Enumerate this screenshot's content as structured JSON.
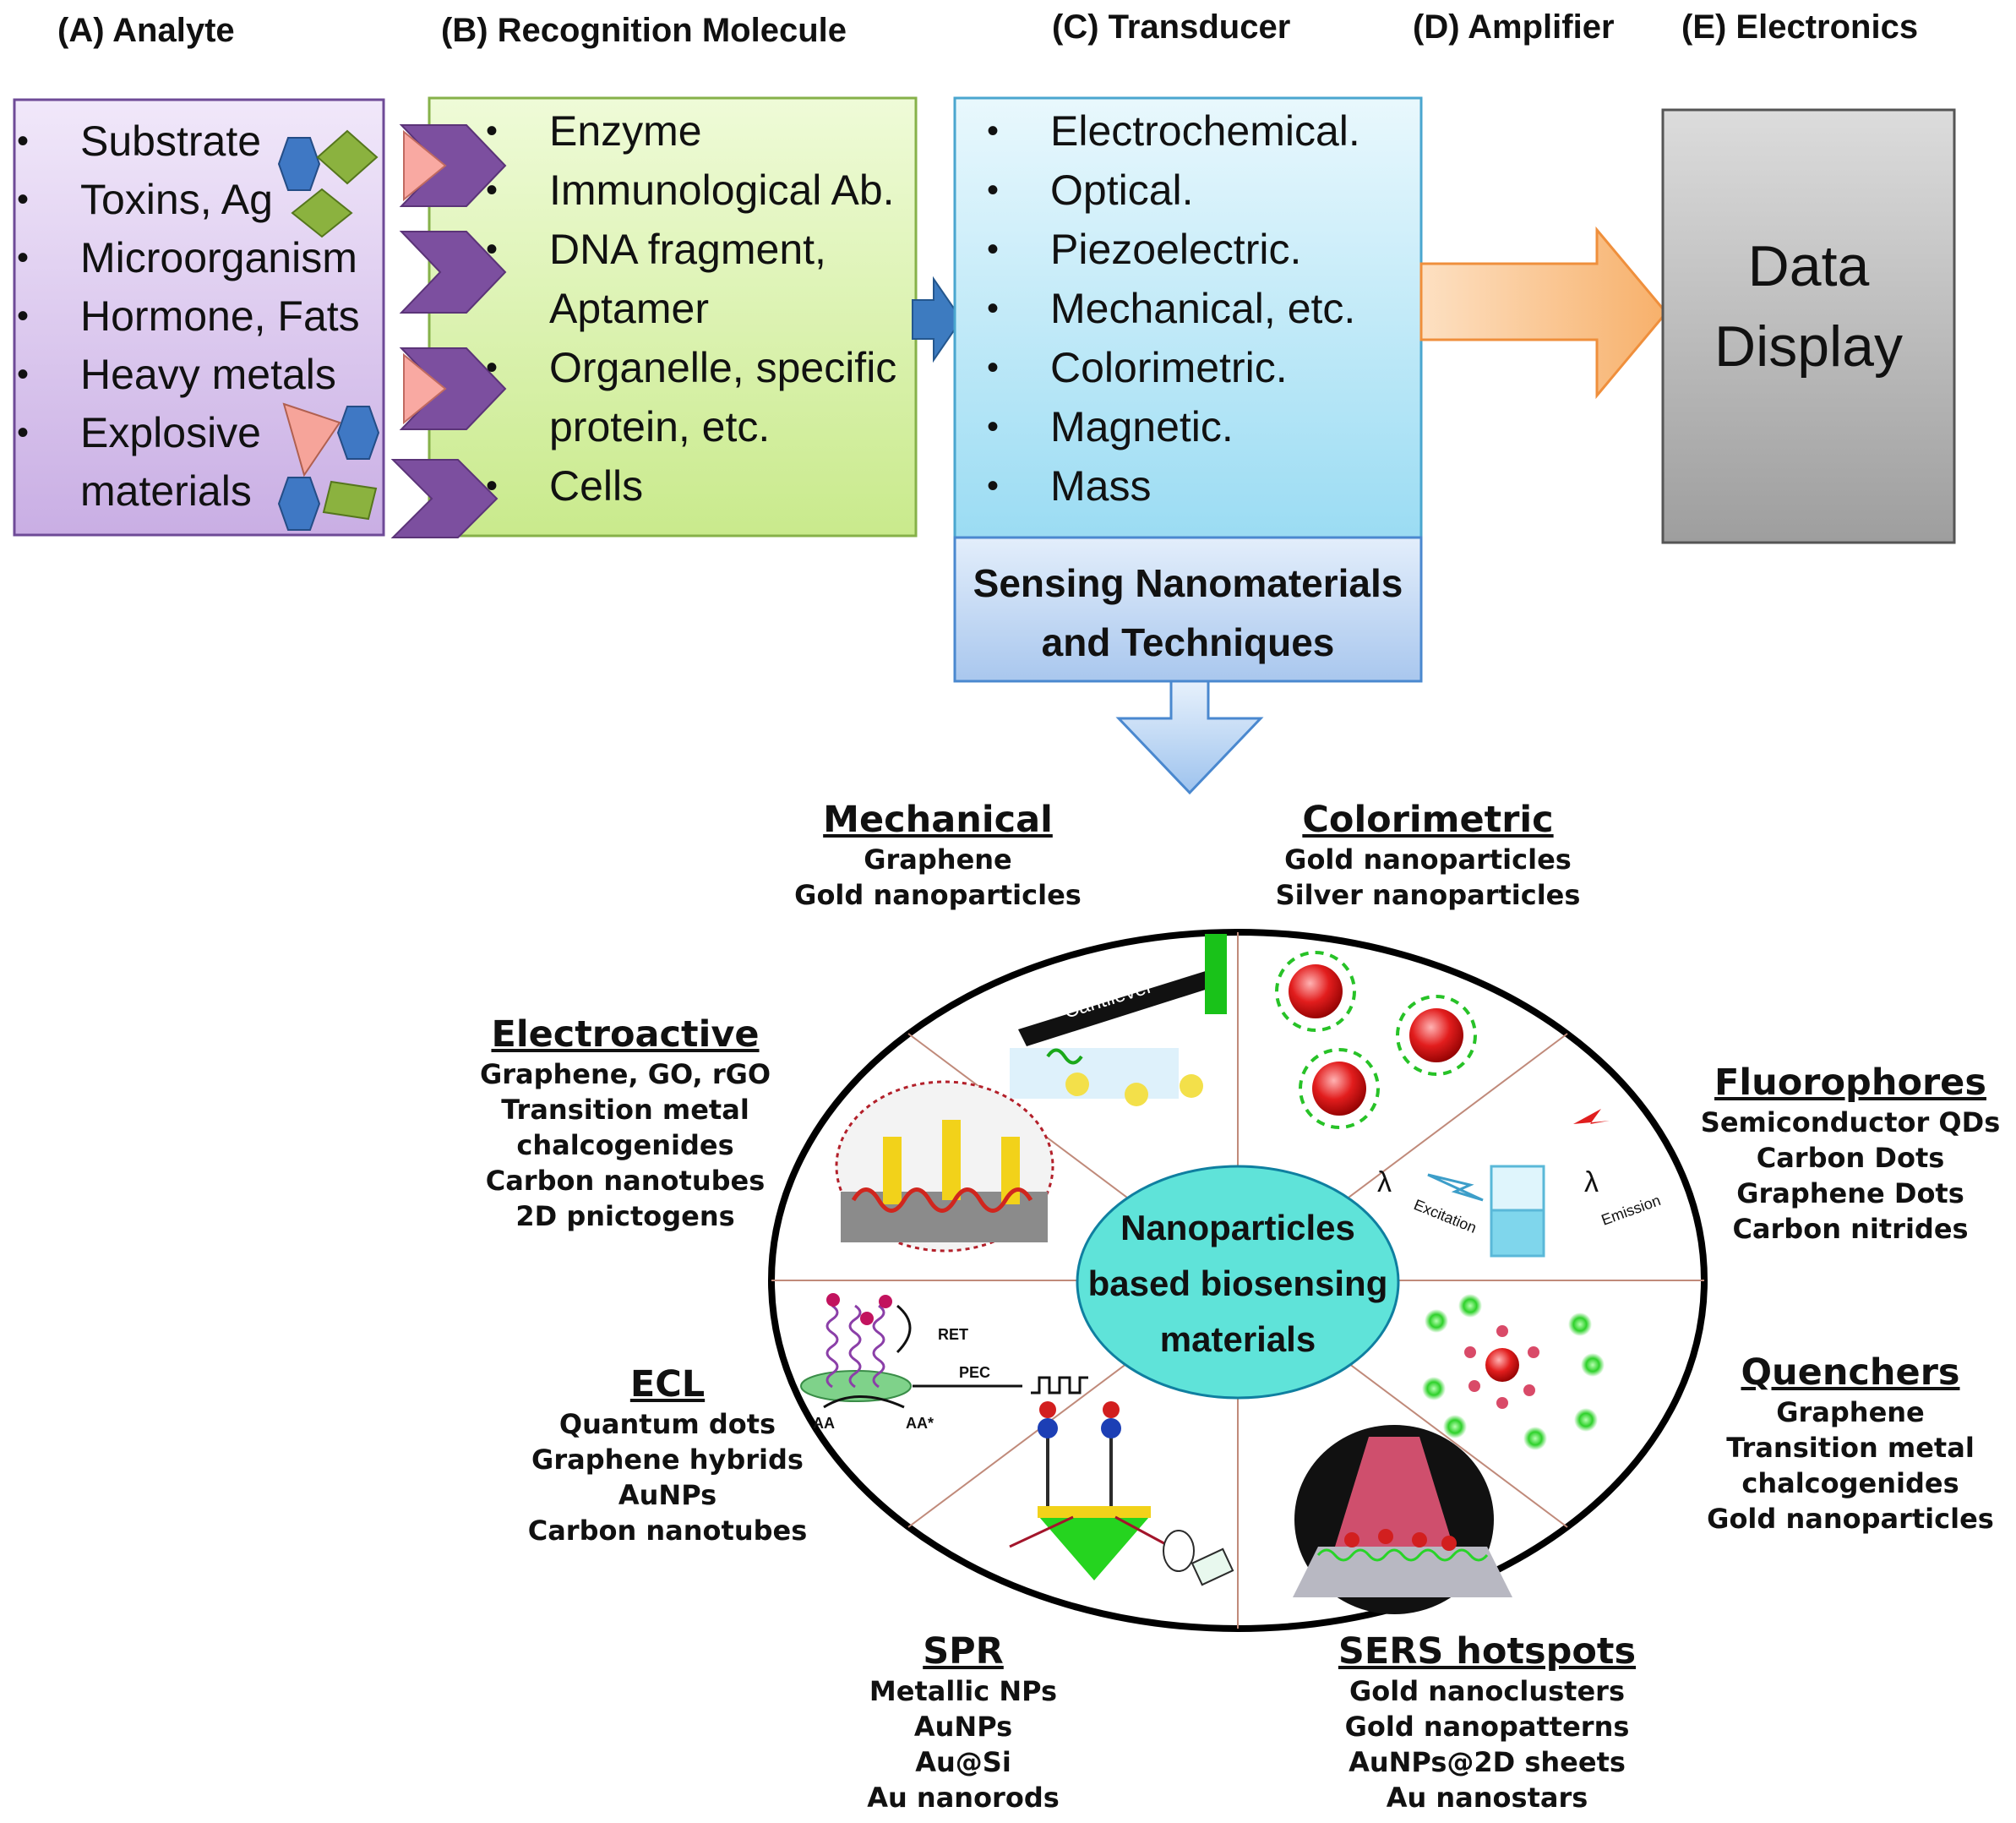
{
  "headers": {
    "analyte": "(A) Analyte",
    "recognition": "(B) Recognition Molecule",
    "transducer": "(C) Transducer",
    "amplifier": "(D) Amplifier",
    "electronics": "(E) Electronics"
  },
  "analyte_items": [
    "Substrate",
    "Toxins, Ag",
    "Microorganism",
    "Hormone, Fats",
    "Heavy metals",
    "Explosive",
    "materials"
  ],
  "recognition_items": [
    "Enzyme",
    "Immunological Ab.",
    "DNA fragment,",
    "Aptamer",
    "Organelle, specific",
    "protein, etc.",
    "Cells"
  ],
  "transducer_items": [
    "Electrochemical.",
    "Optical.",
    "Piezoelectric.",
    "Mechanical, etc.",
    "Colorimetric.",
    "Magnetic.",
    "Mass"
  ],
  "display": {
    "line1": "Data",
    "line2": "Display"
  },
  "sensing": {
    "line1": "Sensing Nanomaterials",
    "line2": "and Techniques"
  },
  "center": {
    "line1": "Nanoparticles",
    "line2": "based biosensing",
    "line3": "materials"
  },
  "sections": {
    "mechanical": {
      "title": "Mechanical",
      "items": [
        "Graphene",
        "Gold nanoparticles"
      ]
    },
    "colorimetric": {
      "title": "Colorimetric",
      "items": [
        "Gold nanoparticles",
        "Silver nanoparticles"
      ]
    },
    "electroactive": {
      "title": "Electroactive",
      "items": [
        "Graphene, GO, rGO",
        "Transition metal",
        "chalcogenides",
        "Carbon nanotubes",
        "2D pnictogens"
      ]
    },
    "fluorophores": {
      "title": "Fluorophores",
      "items": [
        "Semiconductor QDs",
        "Carbon Dots",
        "Graphene Dots",
        "Carbon nitrides"
      ]
    },
    "ecl": {
      "title": "ECL",
      "items": [
        "Quantum dots",
        "Graphene hybrids",
        "AuNPs",
        "Carbon nanotubes"
      ]
    },
    "quenchers": {
      "title": "Quenchers",
      "items": [
        "Graphene",
        "Transition metal",
        "chalcogenides",
        "Gold nanoparticles"
      ]
    },
    "spr": {
      "title": "SPR",
      "items": [
        "Metallic NPs",
        "AuNPs",
        "Au@Si",
        "Au nanorods"
      ]
    },
    "sers": {
      "title": "SERS hotspots",
      "items": [
        "Gold nanoclusters",
        "Gold nanopatterns",
        "AuNPs@2D sheets",
        "Au nanostars"
      ]
    }
  },
  "illustration_labels": {
    "cantilever": "Cantilever",
    "lambda": "λ",
    "excitation": "Excitation",
    "emission": "Emission",
    "ret": "RET",
    "pec": "PEC",
    "aa": "AA",
    "aa_star": "AA*"
  },
  "colors": {
    "analyte_box": "#d9c6ec",
    "recognition_box": "#d8f0a8",
    "transducer_box": "#bfe8f7",
    "display_box": "#b5b5b5",
    "chevron": "#7c4f9f",
    "amplifier_arrow": "#f9c089",
    "center_ellipse": "#5fe3d9"
  }
}
